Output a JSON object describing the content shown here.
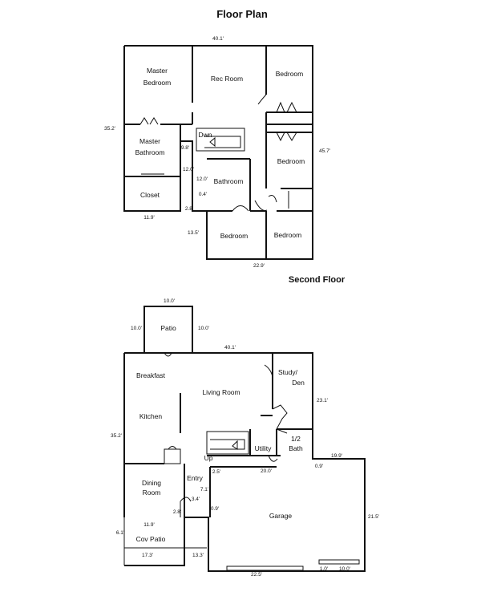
{
  "title": "Floor Plan",
  "second_floor": {
    "heading": "Second Floor",
    "rooms": {
      "master_bedroom_1": "Master",
      "master_bedroom_2": "Bedroom",
      "rec_room": "Rec Room",
      "bedroom_ne": "Bedroom",
      "master_bath_1": "Master",
      "master_bath_2": "Bathroom",
      "stair": "Dwn",
      "bedroom_e": "Bedroom",
      "bathroom": "Bathroom",
      "closet": "Closet",
      "bedroom_s1": "Bedroom",
      "bedroom_s2": "Bedroom"
    },
    "dims": {
      "top": "40.1'",
      "left": "35.2'",
      "right": "45.7'",
      "stair_w": "9.8'",
      "d12a": "12.0'",
      "d12b": "12.0'",
      "d04": "0.4'",
      "d28": "2.8'",
      "closet_w": "11.9'",
      "d135": "13.5'",
      "bottom": "22.9'"
    }
  },
  "first_floor": {
    "rooms": {
      "patio": "Patio",
      "breakfast": "Breakfast",
      "living": "Living Room",
      "study_1": "Study/",
      "study_2": "Den",
      "kitchen": "Kitchen",
      "utility": "Utility",
      "half_bath_1": "1/2",
      "half_bath_2": "Bath",
      "up": "Up",
      "entry": "Entry",
      "dining_1": "Dining",
      "dining_2": "Room",
      "garage": "Garage",
      "cov_patio": "Cov Patio"
    },
    "dims": {
      "patio_top": "10.0'",
      "patio_left": "10.0'",
      "patio_right": "10.0'",
      "top": "40.1'",
      "study_right": "23.1'",
      "left": "35.2'",
      "garage_top": "19.9'",
      "d09": "0.9'",
      "d200": "20.0'",
      "d25": "2.5'",
      "d71": "7.1'",
      "d28": "2.8'",
      "d34": "3.4'",
      "d09b": "0.9'",
      "d119": "11.9'",
      "garage_right": "21.5'",
      "d61": "6.1'",
      "d173": "17.3'",
      "d133": "13.3'",
      "garage_bottom": "22.5'",
      "d10": "1.0'",
      "d100": "10.0'"
    }
  }
}
